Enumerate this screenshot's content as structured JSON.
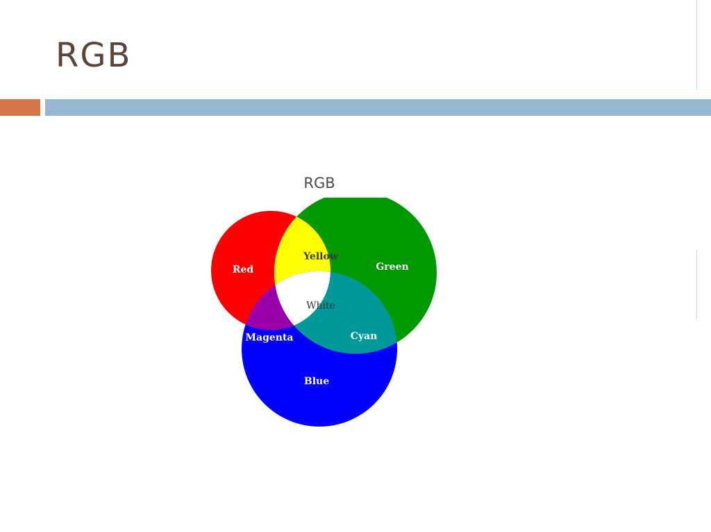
{
  "slide": {
    "title": "RGB"
  },
  "accents": {
    "orange": "#d4774a",
    "blue": "#94b6d2"
  },
  "diagram": {
    "title": "RGB",
    "colors": {
      "red": "#ff0000",
      "green": "#009a00",
      "blue": "#0000ff",
      "yellow": "#ffff00",
      "magenta": "#9900aa",
      "cyan": "#009999",
      "white": "#ffffff"
    },
    "labels": {
      "red": "Red",
      "green": "Green",
      "blue": "Blue",
      "yellow": "Yellow",
      "magenta": "Magenta",
      "cyan": "Cyan",
      "white": "White"
    }
  }
}
